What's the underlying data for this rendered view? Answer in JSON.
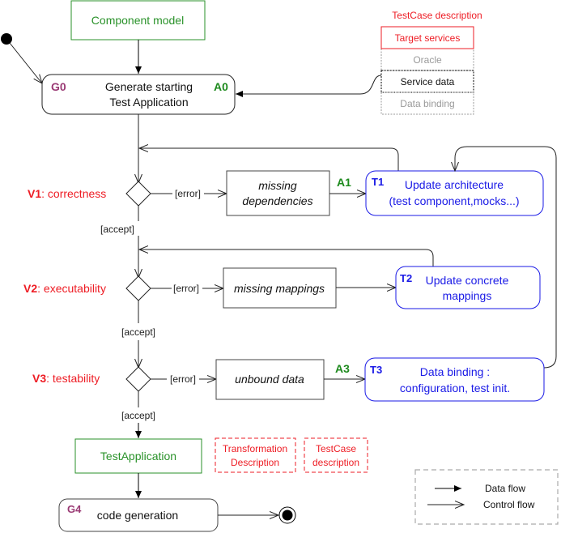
{
  "diagram": {
    "colors": {
      "artifact": "#2a922a",
      "validation": "#ee1c24",
      "transformation": "#1a1ae6",
      "generation_id": "#9a3a74",
      "action_id": "#1d8a1d",
      "muted": "#9a9a9a"
    },
    "component_model": "Component model",
    "g0": {
      "id": "G0",
      "line1": "Generate starting",
      "line2": "Test Application",
      "action": "A0"
    },
    "testcase_panel": {
      "title": "TestCase description",
      "rows": [
        "Target services",
        "Oracle",
        "Service data",
        "Data binding"
      ]
    },
    "v1": {
      "id": "V1",
      "label": ": correctness",
      "error": "[error]",
      "accept": "[accept]"
    },
    "v2": {
      "id": "V2",
      "label": ": executability",
      "error": "[error]",
      "accept": "[accept]"
    },
    "v3": {
      "id": "V3",
      "label": ": testability",
      "error": "[error]",
      "accept": "[accept]"
    },
    "missing_dependencies": {
      "line1": "missing",
      "line2": "dependencies"
    },
    "missing_mappings": "missing mappings",
    "unbound_data": "unbound data",
    "a1": "A1",
    "a3": "A3",
    "t1": {
      "id": "T1",
      "line1": "Update architecture",
      "line2": "(test component,mocks...)"
    },
    "t2": {
      "id": "T2",
      "line1": "Update concrete",
      "line2": "mappings"
    },
    "t3": {
      "id": "T3",
      "line1": "Data binding :",
      "line2": "configuration, test init."
    },
    "test_application": "TestApplication",
    "transformation_description": {
      "line1": "Transformation",
      "line2": "Description"
    },
    "testcase_description_box": {
      "line1": "TestCase",
      "line2": "description"
    },
    "g4": {
      "id": "G4",
      "label": "code generation"
    },
    "legend": {
      "data_flow": "Data flow",
      "control_flow": "Control flow"
    }
  }
}
